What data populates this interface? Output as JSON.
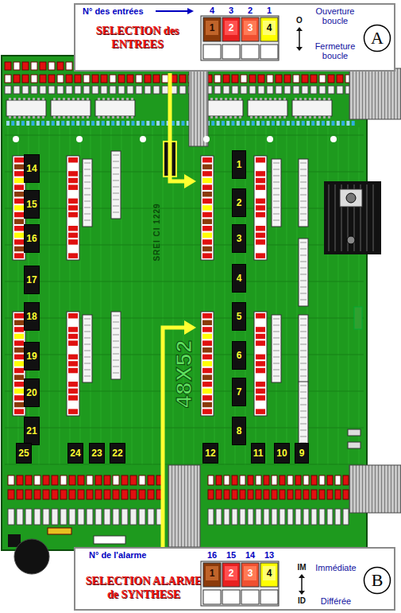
{
  "diagram": {
    "nodes": [
      {
        "text": [
          "SELECTION des ENTREES"
        ]
      },
      {
        "text": [
          "A"
        ],
        "in": 0
      },
      {
        "text": [
          "14"
        ]
      },
      {
        "text": [
          "1"
        ]
      },
      {
        "text": [
          "15"
        ]
      },
      {
        "text": [
          "2"
        ]
      },
      {
        "text": [
          "16"
        ]
      },
      {
        "text": [
          "3"
        ]
      },
      {
        "text": [
          "17"
        ]
      },
      {
        "text": [
          "4"
        ]
      },
      {
        "text": [
          "18"
        ]
      },
      {
        "text": [
          "5"
        ]
      },
      {
        "text": [
          "19"
        ]
      },
      {
        "text": [
          "6"
        ]
      },
      {
        "text": [
          "20"
        ]
      },
      {
        "text": [
          "7"
        ]
      },
      {
        "text": [
          "21"
        ]
      },
      {
        "text": [
          "8"
        ]
      },
      {
        "text": [
          "25"
        ]
      },
      {
        "text": [
          "24"
        ]
      },
      {
        "text": [
          "23"
        ]
      },
      {
        "text": [
          "22"
        ]
      },
      {
        "text": [
          "12"
        ]
      },
      {
        "text": [
          "11"
        ]
      },
      {
        "text": [
          "10"
        ]
      },
      {
        "text": [
          "9"
        ]
      },
      {
        "text": [
          "SELECTION ALARME de SYNTHESE"
        ]
      },
      {
        "text": [
          "B"
        ],
        "in": 26
      }
    ],
    "labels": [
      "N° des entrées",
      "4",
      "3",
      "2",
      "1",
      "O",
      "Ouverture boucle",
      "Fermeture boucle",
      "1",
      "2",
      "3",
      "4",
      "SREI CI 1229",
      "48X52",
      "N° de l'alarme",
      "16",
      "15",
      "14",
      "13",
      "1",
      "2",
      "3",
      "4",
      "IM",
      "Immédiate",
      "ID",
      "Différée"
    ]
  }
}
